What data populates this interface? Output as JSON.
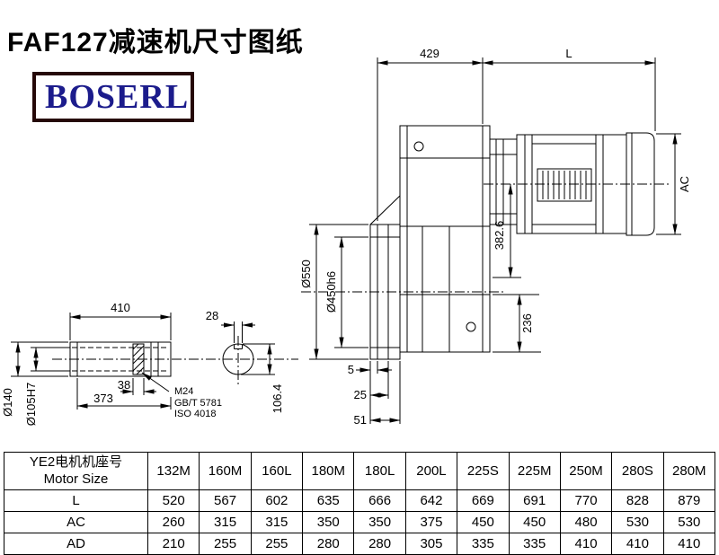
{
  "page": {
    "title": "FAF127减速机尺寸图纸",
    "logo_text": "BOSERL"
  },
  "drawing": {
    "main_view": {
      "dim_top_width": "429",
      "dim_motor_length": "L",
      "dim_motor_diameter": "AC",
      "dim_center_height": "382.6",
      "dim_flange_od": "Ø550",
      "dim_flange_spigot": "Ø450h6",
      "dim_lower_height": "236",
      "dim_flange_step1": "5",
      "dim_flange_step2": "25",
      "dim_flange_step3": "51"
    },
    "shaft_view": {
      "dim_shaft_length": "410",
      "dim_key_width": "28",
      "dim_retainer_width": "38",
      "dim_shaft_body_length": "373",
      "dim_shaft_od": "Ø140",
      "dim_bore": "Ø105H7",
      "dim_key_height": "106.4",
      "note_thread": "M24",
      "note_standard_gb": "GB/T 5781",
      "note_standard_iso": "ISO 4018"
    }
  },
  "table": {
    "header_cn": "YE2电机机座号",
    "header_en": "Motor Size",
    "columns": [
      "132M",
      "160M",
      "160L",
      "180M",
      "180L",
      "200L",
      "225S",
      "225M",
      "250M",
      "280S",
      "280M"
    ],
    "rows": [
      {
        "label": "L",
        "values": [
          "520",
          "567",
          "602",
          "635",
          "666",
          "642",
          "669",
          "691",
          "770",
          "828",
          "879"
        ]
      },
      {
        "label": "AC",
        "values": [
          "260",
          "315",
          "315",
          "350",
          "350",
          "375",
          "450",
          "450",
          "480",
          "530",
          "530"
        ]
      },
      {
        "label": "AD",
        "values": [
          "210",
          "255",
          "255",
          "280",
          "280",
          "305",
          "335",
          "335",
          "410",
          "410",
          "410"
        ]
      }
    ]
  }
}
